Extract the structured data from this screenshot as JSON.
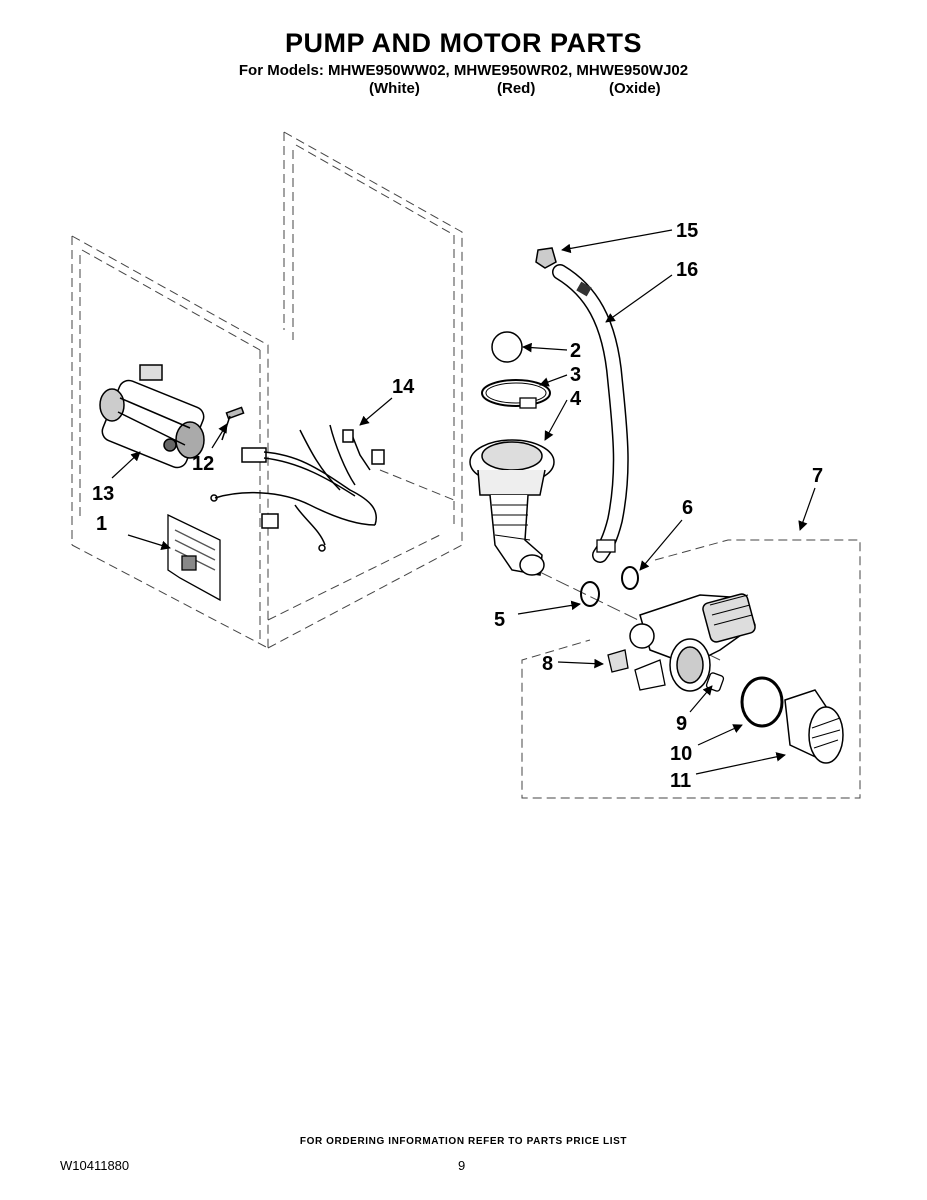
{
  "header": {
    "title": "PUMP AND MOTOR PARTS",
    "models_line": "For Models: MHWE950WW02, MHWE950WR02, MHWE950WJ02",
    "colors": [
      "(White)",
      "(Red)",
      "(Oxide)"
    ]
  },
  "callouts": [
    "1",
    "2",
    "3",
    "4",
    "5",
    "6",
    "7",
    "8",
    "9",
    "10",
    "11",
    "12",
    "13",
    "14",
    "15",
    "16"
  ],
  "footer": {
    "ordering_note": "FOR ORDERING INFORMATION REFER TO PARTS PRICE LIST",
    "part_number": "W10411880",
    "page_number": "9"
  }
}
